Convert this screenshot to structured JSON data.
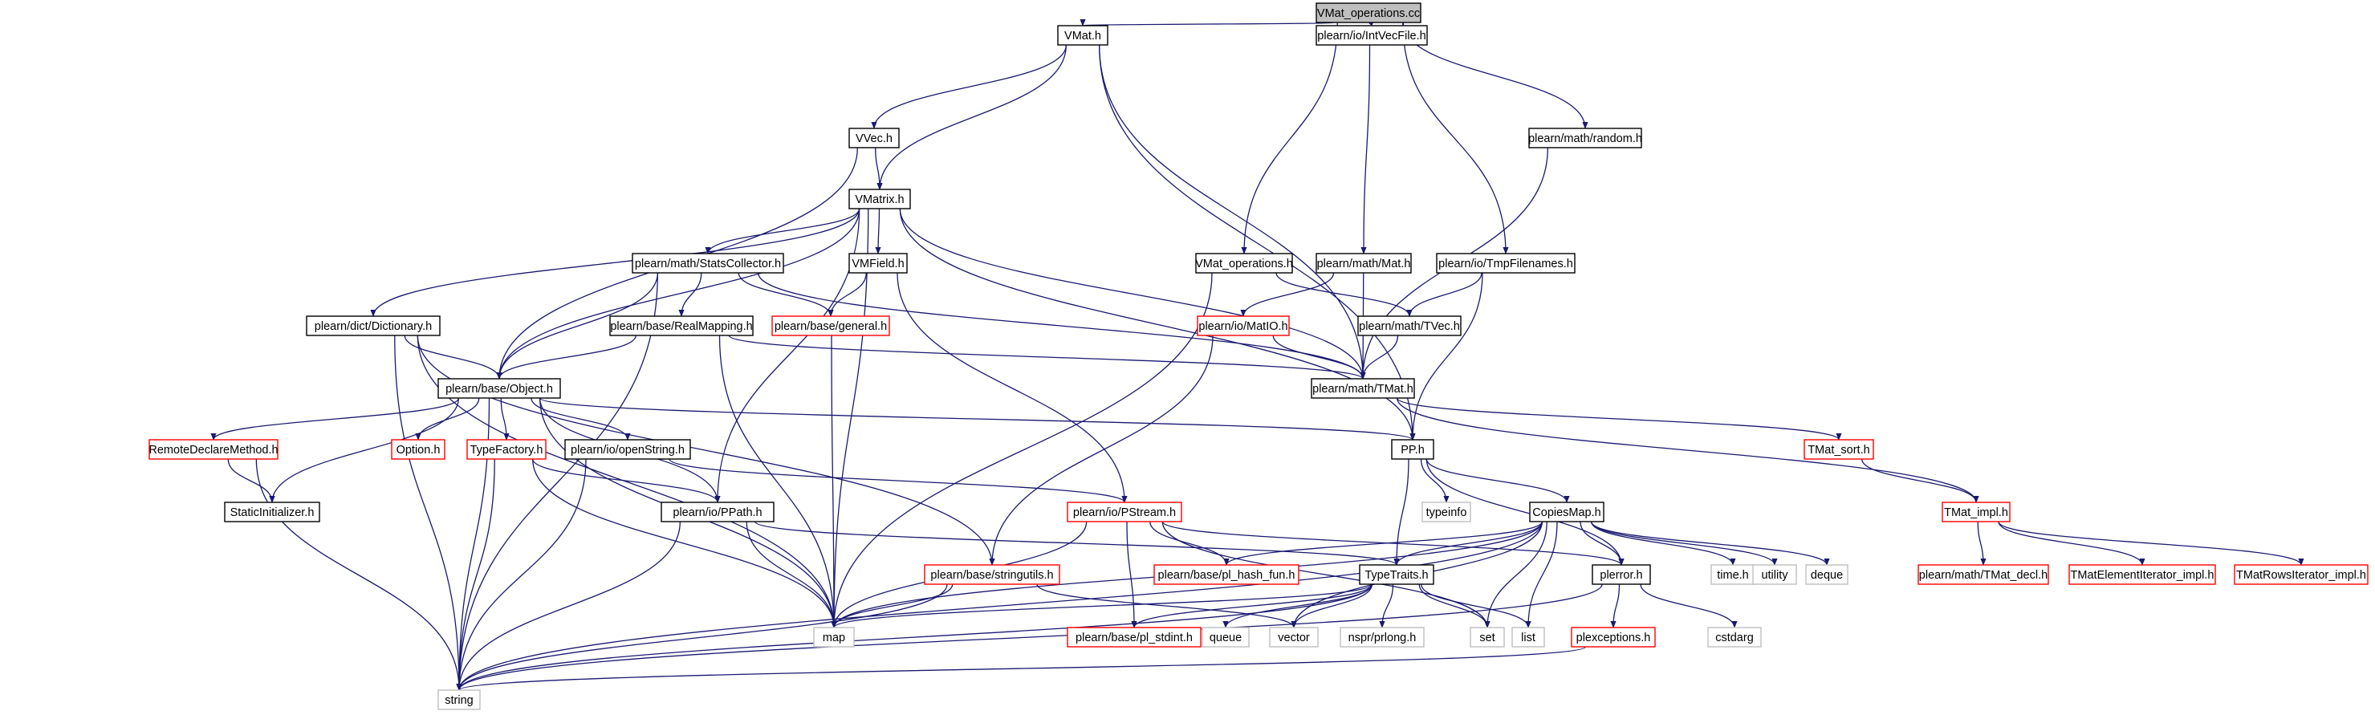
{
  "graph": {
    "colors": {
      "edge": "#191970",
      "root_fill": "#bfbfbf",
      "normal_border": "#000000",
      "incomplete_border": "#ff0000",
      "external_border": "#bfbfbf"
    },
    "nodes": [
      {
        "id": "vmat_ops_cc",
        "label": "VMat_operations.cc",
        "kind": "root"
      },
      {
        "id": "vmat_h",
        "label": "VMat.h",
        "kind": "normal"
      },
      {
        "id": "intvecfile",
        "label": "plearn/io/IntVecFile.h",
        "kind": "normal"
      },
      {
        "id": "random_h",
        "label": "plearn/math/random.h",
        "kind": "normal"
      },
      {
        "id": "vvec_h",
        "label": "VVec.h",
        "kind": "normal"
      },
      {
        "id": "vmatrix_h",
        "label": "VMatrix.h",
        "kind": "normal"
      },
      {
        "id": "statscollector",
        "label": "plearn/math/StatsCollector.h",
        "kind": "normal"
      },
      {
        "id": "vmfield",
        "label": "VMField.h",
        "kind": "normal"
      },
      {
        "id": "vmat_operations_h",
        "label": "VMat_operations.h",
        "kind": "normal"
      },
      {
        "id": "mat_h",
        "label": "plearn/math/Mat.h",
        "kind": "normal"
      },
      {
        "id": "tmpfilenames",
        "label": "plearn/io/TmpFilenames.h",
        "kind": "normal"
      },
      {
        "id": "dictionary",
        "label": "plearn/dict/Dictionary.h",
        "kind": "normal"
      },
      {
        "id": "realmapping",
        "label": "plearn/base/RealMapping.h",
        "kind": "normal"
      },
      {
        "id": "general_h",
        "label": "plearn/base/general.h",
        "kind": "incomplete"
      },
      {
        "id": "matio",
        "label": "plearn/io/MatIO.h",
        "kind": "incomplete"
      },
      {
        "id": "tvec_h",
        "label": "plearn/math/TVec.h",
        "kind": "normal"
      },
      {
        "id": "object_h",
        "label": "plearn/base/Object.h",
        "kind": "normal"
      },
      {
        "id": "tmat_h",
        "label": "plearn/math/TMat.h",
        "kind": "normal"
      },
      {
        "id": "remotedeclare",
        "label": "RemoteDeclareMethod.h",
        "kind": "incomplete"
      },
      {
        "id": "option_h",
        "label": "Option.h",
        "kind": "incomplete"
      },
      {
        "id": "typefactory",
        "label": "TypeFactory.h",
        "kind": "incomplete"
      },
      {
        "id": "openstring",
        "label": "plearn/io/openString.h",
        "kind": "normal"
      },
      {
        "id": "pp_h",
        "label": "PP.h",
        "kind": "normal"
      },
      {
        "id": "tmat_sort",
        "label": "TMat_sort.h",
        "kind": "incomplete"
      },
      {
        "id": "staticinit",
        "label": "StaticInitializer.h",
        "kind": "normal"
      },
      {
        "id": "ppath",
        "label": "plearn/io/PPath.h",
        "kind": "normal"
      },
      {
        "id": "pstream",
        "label": "plearn/io/PStream.h",
        "kind": "incomplete"
      },
      {
        "id": "typeinfo",
        "label": "typeinfo",
        "kind": "external"
      },
      {
        "id": "copiesmap",
        "label": "CopiesMap.h",
        "kind": "normal"
      },
      {
        "id": "tmat_impl",
        "label": "TMat_impl.h",
        "kind": "incomplete"
      },
      {
        "id": "stringutils",
        "label": "plearn/base/stringutils.h",
        "kind": "incomplete"
      },
      {
        "id": "pl_hash_fun",
        "label": "plearn/base/pl_hash_fun.h",
        "kind": "incomplete"
      },
      {
        "id": "typetraits",
        "label": "TypeTraits.h",
        "kind": "normal"
      },
      {
        "id": "plerror",
        "label": "plerror.h",
        "kind": "normal"
      },
      {
        "id": "time_h",
        "label": "time.h",
        "kind": "external"
      },
      {
        "id": "utility",
        "label": "utility",
        "kind": "external"
      },
      {
        "id": "deque",
        "label": "deque",
        "kind": "external"
      },
      {
        "id": "tmat_decl",
        "label": "plearn/math/TMat_decl.h",
        "kind": "incomplete"
      },
      {
        "id": "tmatelemiter",
        "label": "TMatElementIterator_impl.h",
        "kind": "incomplete"
      },
      {
        "id": "tmatrowsiter",
        "label": "TMatRowsIterator_impl.h",
        "kind": "incomplete"
      },
      {
        "id": "map",
        "label": "map",
        "kind": "external"
      },
      {
        "id": "pl_stdint",
        "label": "plearn/base/pl_stdint.h",
        "kind": "incomplete"
      },
      {
        "id": "queue",
        "label": "queue",
        "kind": "external"
      },
      {
        "id": "vector",
        "label": "vector",
        "kind": "external"
      },
      {
        "id": "nspr",
        "label": "nspr/prlong.h",
        "kind": "external"
      },
      {
        "id": "set",
        "label": "set",
        "kind": "external"
      },
      {
        "id": "list",
        "label": "list",
        "kind": "external"
      },
      {
        "id": "cstdarg",
        "label": "cstdarg",
        "kind": "external"
      },
      {
        "id": "plexceptions",
        "label": "plexceptions.h",
        "kind": "incomplete"
      },
      {
        "id": "string",
        "label": "string",
        "kind": "external"
      }
    ],
    "edges": [
      [
        "vmat_ops_cc",
        "vmat_h"
      ],
      [
        "vmat_ops_cc",
        "intvecfile"
      ],
      [
        "vmat_ops_cc",
        "random_h"
      ],
      [
        "vmat_ops_cc",
        "vmat_operations_h"
      ],
      [
        "vmat_ops_cc",
        "tmpfilenames"
      ],
      [
        "vmat_h",
        "vvec_h"
      ],
      [
        "vmat_h",
        "vmatrix_h"
      ],
      [
        "vmat_h",
        "tmat_h"
      ],
      [
        "vmat_h",
        "pp_h"
      ],
      [
        "intvecfile",
        "mat_h"
      ],
      [
        "random_h",
        "tmat_h"
      ],
      [
        "vvec_h",
        "vmatrix_h"
      ],
      [
        "vvec_h",
        "object_h"
      ],
      [
        "vmatrix_h",
        "statscollector"
      ],
      [
        "vmatrix_h",
        "vmfield"
      ],
      [
        "vmatrix_h",
        "dictionary"
      ],
      [
        "vmatrix_h",
        "object_h"
      ],
      [
        "vmatrix_h",
        "ppath"
      ],
      [
        "vmatrix_h",
        "map"
      ],
      [
        "vmatrix_h",
        "tmat_h"
      ],
      [
        "vmatrix_h",
        "pp_h"
      ],
      [
        "statscollector",
        "realmapping"
      ],
      [
        "statscollector",
        "general_h"
      ],
      [
        "statscollector",
        "object_h"
      ],
      [
        "statscollector",
        "tmat_h"
      ],
      [
        "statscollector",
        "string"
      ],
      [
        "vmfield",
        "general_h"
      ],
      [
        "vmfield",
        "pstream"
      ],
      [
        "vmat_operations_h",
        "tvec_h"
      ],
      [
        "vmat_operations_h",
        "map"
      ],
      [
        "mat_h",
        "matio"
      ],
      [
        "mat_h",
        "tmat_h"
      ],
      [
        "tmpfilenames",
        "tvec_h"
      ],
      [
        "tmpfilenames",
        "pp_h"
      ],
      [
        "dictionary",
        "object_h"
      ],
      [
        "dictionary",
        "stringutils"
      ],
      [
        "dictionary",
        "map"
      ],
      [
        "dictionary",
        "string"
      ],
      [
        "realmapping",
        "object_h"
      ],
      [
        "realmapping",
        "tmat_h"
      ],
      [
        "realmapping",
        "map"
      ],
      [
        "general_h",
        "map"
      ],
      [
        "matio",
        "tmat_h"
      ],
      [
        "matio",
        "stringutils"
      ],
      [
        "tvec_h",
        "tmat_h"
      ],
      [
        "object_h",
        "remotedeclare"
      ],
      [
        "object_h",
        "option_h"
      ],
      [
        "object_h",
        "typefactory"
      ],
      [
        "object_h",
        "openstring"
      ],
      [
        "object_h",
        "staticinit"
      ],
      [
        "object_h",
        "ppath"
      ],
      [
        "object_h",
        "pp_h"
      ],
      [
        "object_h",
        "map"
      ],
      [
        "object_h",
        "string"
      ],
      [
        "tmat_h",
        "tmat_sort"
      ],
      [
        "tmat_h",
        "tmat_impl"
      ],
      [
        "remotedeclare",
        "staticinit"
      ],
      [
        "remotedeclare",
        "string"
      ],
      [
        "typefactory",
        "ppath"
      ],
      [
        "typefactory",
        "map"
      ],
      [
        "typefactory",
        "string"
      ],
      [
        "openstring",
        "pstream"
      ],
      [
        "openstring",
        "string"
      ],
      [
        "pp_h",
        "typeinfo"
      ],
      [
        "pp_h",
        "copiesmap"
      ],
      [
        "pp_h",
        "typetraits"
      ],
      [
        "pp_h",
        "plerror"
      ],
      [
        "tmat_sort",
        "tmat_impl"
      ],
      [
        "ppath",
        "typetraits"
      ],
      [
        "ppath",
        "map"
      ],
      [
        "ppath",
        "string"
      ],
      [
        "pstream",
        "pl_hash_fun"
      ],
      [
        "pstream",
        "plerror"
      ],
      [
        "pstream",
        "map"
      ],
      [
        "pstream",
        "pl_stdint"
      ],
      [
        "pstream",
        "set"
      ],
      [
        "copiesmap",
        "pl_hash_fun"
      ],
      [
        "copiesmap",
        "typetraits"
      ],
      [
        "copiesmap",
        "plerror"
      ],
      [
        "copiesmap",
        "time_h"
      ],
      [
        "copiesmap",
        "utility"
      ],
      [
        "copiesmap",
        "deque"
      ],
      [
        "copiesmap",
        "map"
      ],
      [
        "copiesmap",
        "vector"
      ],
      [
        "copiesmap",
        "set"
      ],
      [
        "copiesmap",
        "list"
      ],
      [
        "copiesmap",
        "string"
      ],
      [
        "tmat_impl",
        "tmat_decl"
      ],
      [
        "tmat_impl",
        "tmatelemiter"
      ],
      [
        "tmat_impl",
        "tmatrowsiter"
      ],
      [
        "stringutils",
        "map"
      ],
      [
        "stringutils",
        "vector"
      ],
      [
        "stringutils",
        "string"
      ],
      [
        "typetraits",
        "map"
      ],
      [
        "typetraits",
        "pl_stdint"
      ],
      [
        "typetraits",
        "queue"
      ],
      [
        "typetraits",
        "vector"
      ],
      [
        "typetraits",
        "nspr"
      ],
      [
        "typetraits",
        "set"
      ],
      [
        "typetraits",
        "list"
      ],
      [
        "typetraits",
        "string"
      ],
      [
        "plerror",
        "cstdarg"
      ],
      [
        "plerror",
        "plexceptions"
      ],
      [
        "plerror",
        "string"
      ],
      [
        "plexceptions",
        "string"
      ]
    ]
  }
}
